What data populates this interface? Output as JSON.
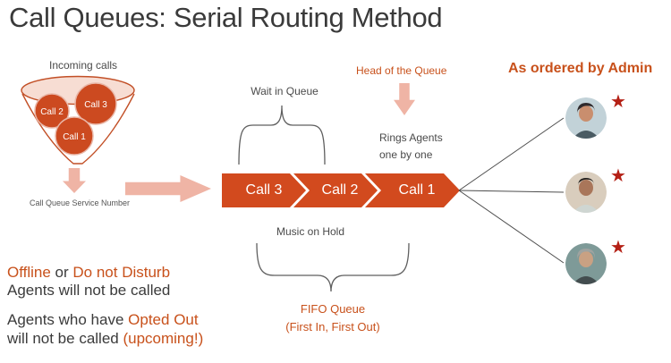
{
  "title": "Call Queues: Serial Routing Method",
  "funnel": {
    "label": "Incoming calls",
    "calls": [
      "Call 2",
      "Call 3",
      "Call 1"
    ],
    "service_number_label": "Call Queue Service Number"
  },
  "queue": {
    "wait_label": "Wait in Queue",
    "head_label": "Head of the Queue",
    "rings_line1": "Rings Agents",
    "rings_line2": "one by one",
    "items": [
      "Call 3",
      "Call 2",
      "Call 1"
    ],
    "music_label": "Music on Hold",
    "fifo_title": "FIFO Queue",
    "fifo_subtitle": "(First In, First Out)"
  },
  "agents": {
    "heading": "As ordered by Admin",
    "star_icon": "★",
    "count": "3"
  },
  "notes": {
    "offline": "Offline",
    "or": " or ",
    "dnd": "Do not Disturb",
    "not_called": "Agents will not be called",
    "opted_prefix": "Agents who have ",
    "opted": "Opted Out",
    "upcoming_prefix": "will not be called ",
    "upcoming": "(upcoming!)"
  },
  "colors": {
    "accent_orange": "#C8511B",
    "chevron_orange": "#D24A1E",
    "soft_pink": "#EFB4A5",
    "star_red": "#B42015",
    "text_dark": "#3B3B3B"
  }
}
